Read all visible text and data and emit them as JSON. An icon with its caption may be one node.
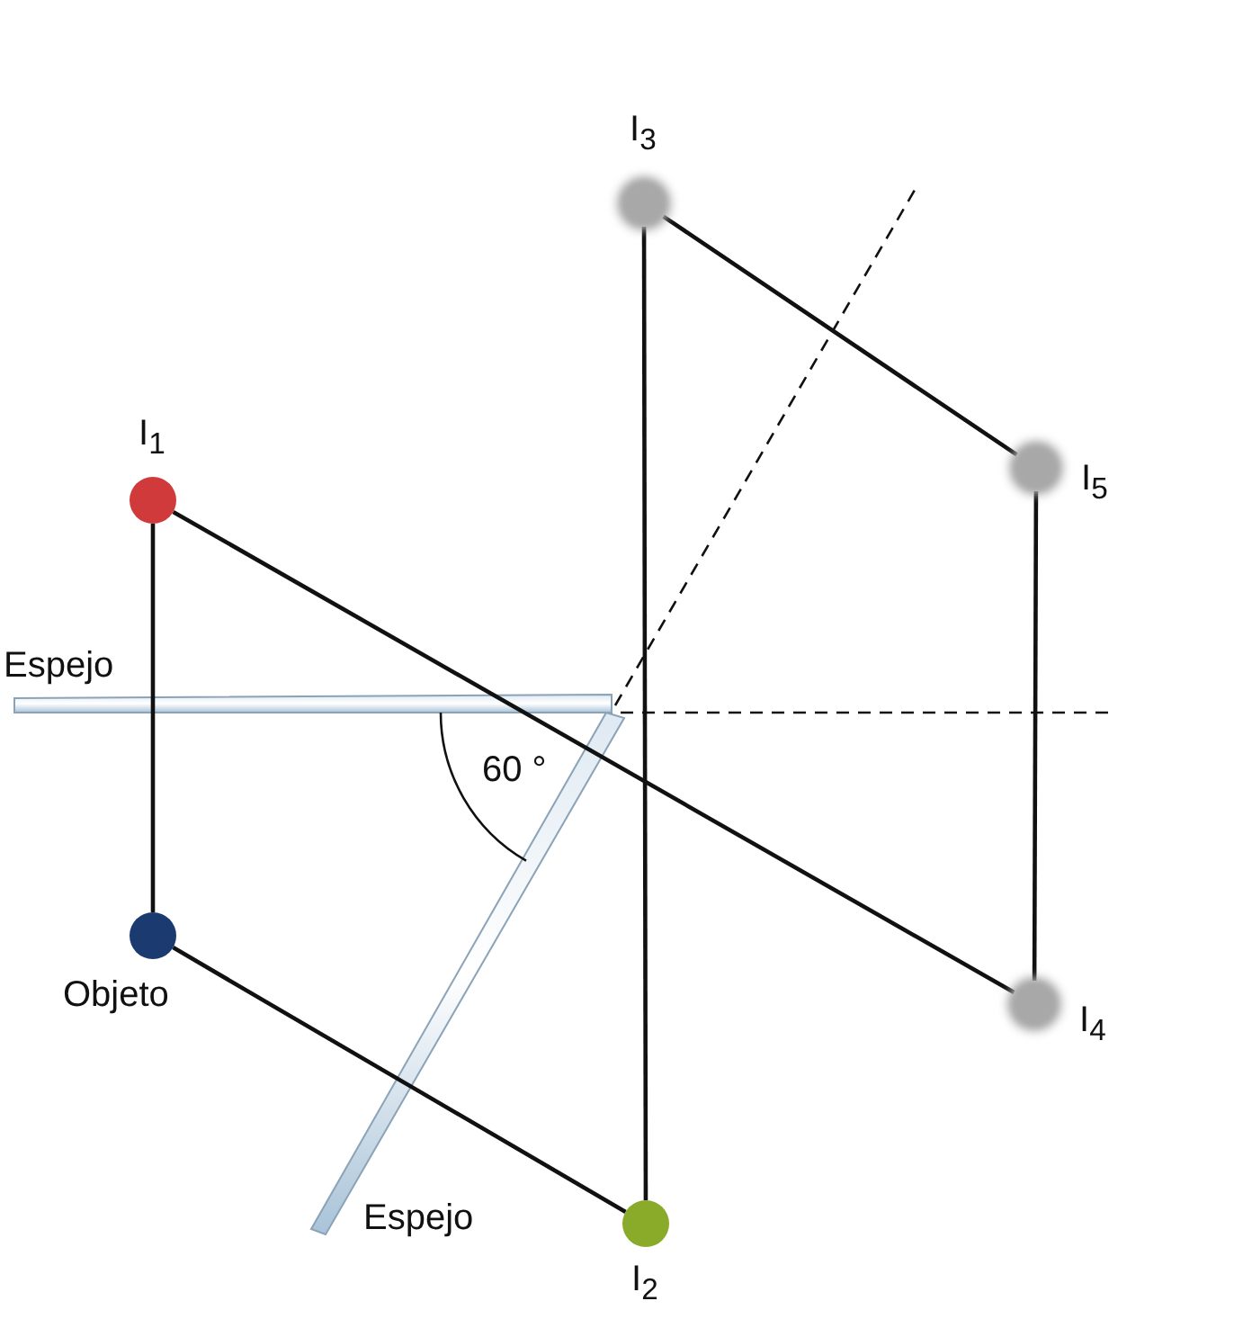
{
  "diagram": {
    "nodes": [
      {
        "text": [
          "I$_{3}$"
        ]
      },
      {
        "text": [
          "I$_{5}$"
        ]
      },
      {
        "text": [
          "I$_{1}$"
        ]
      },
      {
        "text": [
          "Objeto"
        ]
      },
      {
        "text": [
          "I$_{4}$"
        ]
      },
      {
        "text": [
          "I$_{2}$"
        ]
      }
    ],
    "edges": [
      {
        "from": 2,
        "to": 3,
        "arrow": "none"
      },
      {
        "from": 2,
        "to": 4,
        "arrow": "none"
      },
      {
        "from": 3,
        "to": 5,
        "arrow": "none"
      },
      {
        "from": 5,
        "to": 0,
        "arrow": "none"
      },
      {
        "from": 0,
        "to": 1,
        "arrow": "none"
      },
      {
        "from": 1,
        "to": 4,
        "arrow": "none"
      }
    ],
    "labels": [
      "Espejo",
      "60 °",
      "Espejo"
    ]
  }
}
